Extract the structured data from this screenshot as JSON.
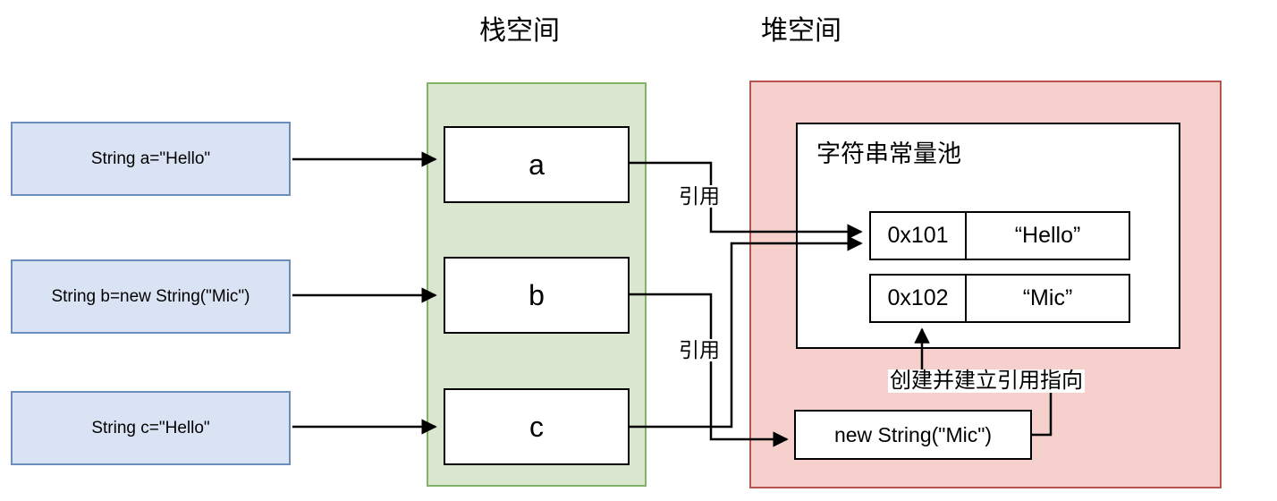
{
  "diagram": {
    "title_stack": "栈空间",
    "title_heap": "堆空间",
    "statements": [
      {
        "id": "a",
        "code": "String  a=\"Hello\""
      },
      {
        "id": "b",
        "code": "String  b=new String(\"Mic\")"
      },
      {
        "id": "c",
        "code": "String  c=\"Hello\""
      }
    ],
    "stack_vars": [
      {
        "name": "a"
      },
      {
        "name": "b"
      },
      {
        "name": "c"
      }
    ],
    "pool": {
      "title": "字符串常量池",
      "rows": [
        {
          "address": "0x101",
          "value": "“Hello”"
        },
        {
          "address": "0x102",
          "value": "“Mic”"
        }
      ]
    },
    "heap_object": {
      "label": "new String(\"Mic\")"
    },
    "edge_labels": {
      "ref_a": "引用",
      "ref_c": "引用",
      "create_and_point": "创建并建立引用指向"
    },
    "colors": {
      "stack_fill": "#d9e7d0",
      "stack_border": "#82b366",
      "heap_fill": "#f5d0cc",
      "heap_border": "#b85450",
      "statement_fill": "#dae3f3",
      "statement_border": "#6c8ebf",
      "box_fill": "#ffffff",
      "line": "#000000",
      "background": "#ffffff"
    }
  }
}
